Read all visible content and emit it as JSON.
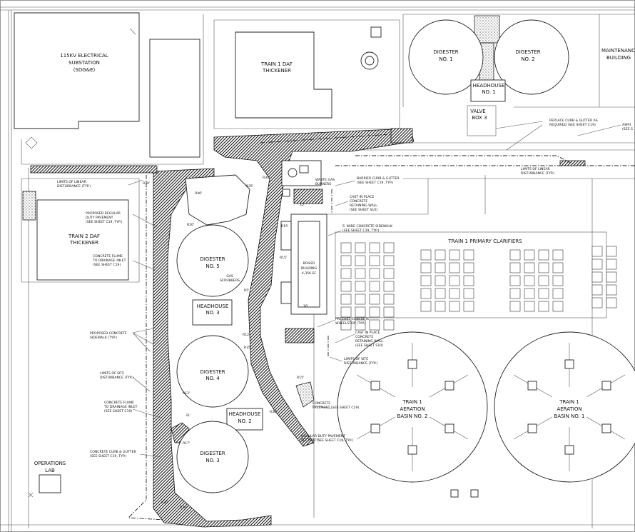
{
  "labels": {
    "substation": [
      "115KV ELECTRICAL",
      "SUBSTATION",
      "(SDG&E)"
    ],
    "train1_daf": [
      "TRAIN 1 DAF",
      "THICKENER"
    ],
    "train2_daf": [
      "TRAIN 2 DAF",
      "THICKENER"
    ],
    "digester1": [
      "DIGESTER",
      "NO. 1"
    ],
    "digester2": [
      "DIGESTER",
      "NO. 2"
    ],
    "digester3": [
      "DIGESTER",
      "NO. 3"
    ],
    "digester4": [
      "DIGESTER",
      "NO. 4"
    ],
    "digester5": [
      "DIGESTER",
      "NO. 5"
    ],
    "maintenance": [
      "MAINTENANCE",
      "BUILDING"
    ],
    "headhouse1": [
      "HEADHOUSE",
      "NO. 1"
    ],
    "headhouse2": [
      "HEADHOUSE",
      "NO. 2"
    ],
    "headhouse3": [
      "HEADHOUSE",
      "NO. 3"
    ],
    "valve_box": [
      "VALVE",
      "BOX 3"
    ],
    "boiler": [
      "BOILER",
      "BUILDING",
      "4,356 SF"
    ],
    "gas_scrubbers": [
      "GAS",
      "SCRUBBERS"
    ],
    "primary_clarifiers": "TRAIN 1 PRIMARY CLARIFIERS",
    "aeration2": [
      "TRAIN 1",
      "AERATION",
      "BASIN NO. 2"
    ],
    "aeration1": [
      "TRAIN 1",
      "AERATION",
      "BASIN NO. 1"
    ],
    "operations_lab": [
      "OPERATIONS",
      "LAB"
    ],
    "waste_gas": [
      "WASTE GAS",
      "BURNERS"
    ]
  },
  "notes": {
    "replace_curb": [
      "REPLACE CURB & GUTTER AS",
      "REQUIRED (SEE SHEET C19)"
    ],
    "asphalt": [
      "ASPH",
      "(SEE S"
    ],
    "limit_linear_right": [
      "LIMITS OF LINEAR",
      "DISTURBANCE (TYP.)"
    ],
    "limit_linear_left": [
      "LIMITS OF LINEAR",
      "DISTURBANCE (TYP.)"
    ],
    "proposed_regular": [
      "PROPOSED REGULAR",
      "DUTY PAVEMENT",
      "(SEE SHEET C19, TYP.)"
    ],
    "flume_top": [
      "CONCRETE FLUME",
      "TO DRAINAGE INLET",
      "(SEE SHEET C19)"
    ],
    "proposed_sidewalk": [
      "PROPOSED CONCRETE",
      "SIDEWALK (TYP.)"
    ],
    "limit_site_left": [
      "LIMITS OF SITE",
      "DISTURBANCE (TYP.)"
    ],
    "flume_bottom": [
      "CONCRETE FLUME",
      "TO DRAINAGE INLET",
      "(SEE SHEET C19)"
    ],
    "curb_gutter_left": [
      "CONCRETE CURB & GUTTER",
      "(SEE SHEET C19, TYP.)"
    ],
    "barrier_curb": [
      "BARRIER CURB & GUTTER",
      "(SEE SHEET C19, TYP.)"
    ],
    "retaining_top": [
      "CAST IN PLACE",
      "CONCRETE",
      "RETAINING WALL",
      "(SEE SHEET S10)"
    ],
    "sidewalk_5ft": [
      "5' WIDE CONCRETE SIDEWALK",
      "(SEE SHEET C19, TYP.)"
    ],
    "wheelstop": [
      "PRECAST CONCRETE",
      "WHEELSTOP (TYP.)"
    ],
    "retaining_bottom": [
      "CAST IN PLACE",
      "CONCRETE",
      "RETAINING WALL",
      "(SEE SHEET S10)"
    ],
    "limit_site_right": [
      "LIMITS OF SITE",
      "DISTURBANCE (TYP.)"
    ],
    "concrete_pavement": [
      "CONCRETE",
      "PAVEMENT (SEE SHEET C19)"
    ],
    "regular_duty_section": [
      "REGULAR DUTY PAVEMENT",
      "SECTION (SEE SHEET C19, TYP.)"
    ]
  },
  "dimensions": {
    "r40": "R40'",
    "r35": "R35'",
    "r30_left": "R30'",
    "r20": "R20'",
    "r30_mid": "R30'",
    "r15_a": "R15'",
    "r15_b": "R15'",
    "r12": "R12'",
    "r5": "R5'",
    "r30_h2": "R30'",
    "r15_c": "R15'",
    "d15": "15'",
    "d16": "16'",
    "d31": "31'",
    "r17": "R17'",
    "r30_bottom": "R30'",
    "r12_b": "R12'",
    "r35_b": "R35'",
    "r20_b": "R20'"
  },
  "colors": {
    "paving_hatch": "#111111",
    "linework": "#222222",
    "background": "#ffffff"
  }
}
